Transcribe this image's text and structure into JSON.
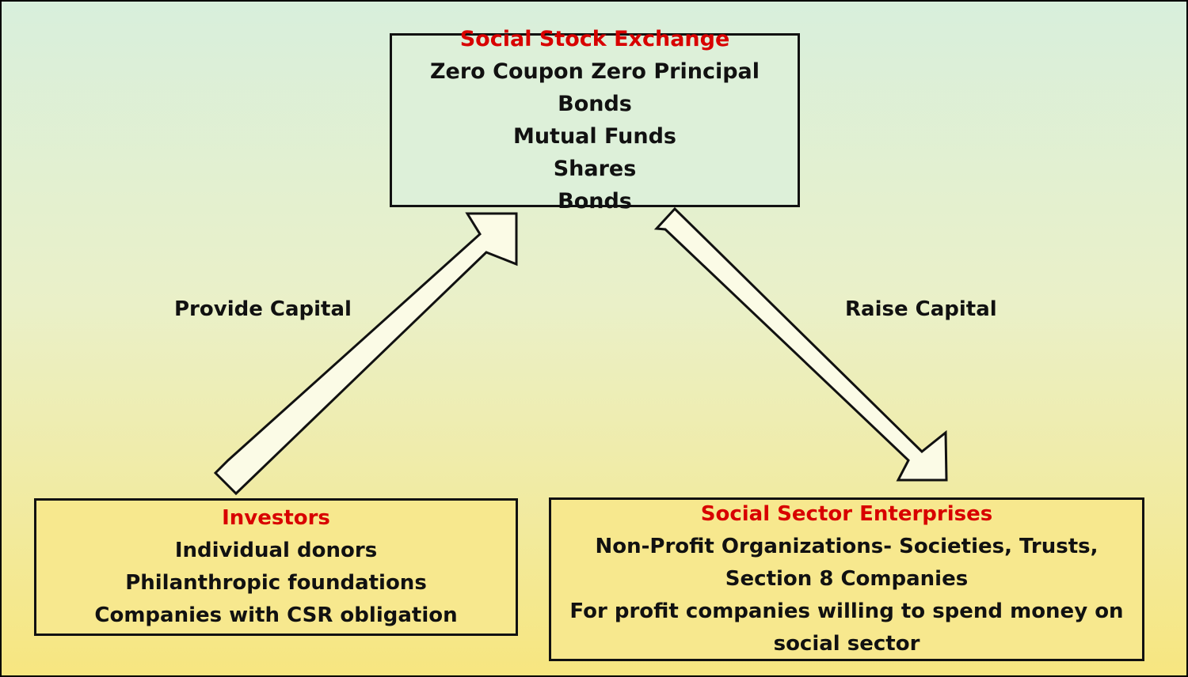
{
  "exchange": {
    "title": "Social Stock Exchange",
    "items": [
      "Zero Coupon Zero Principal Bonds",
      "Mutual Funds",
      "Shares",
      "Bonds"
    ]
  },
  "investors": {
    "title": "Investors",
    "items": [
      "Individual donors",
      "Philanthropic foundations",
      "Companies with CSR obligation"
    ]
  },
  "enterprises": {
    "title": "Social Sector Enterprises",
    "items": [
      "Non-Profit Organizations- Societies, Trusts,",
      "Section 8 Companies",
      "For profit companies willing to spend money on",
      "social sector"
    ]
  },
  "flows": {
    "provide": "Provide Capital",
    "raise": "Raise Capital"
  },
  "colors": {
    "title_red": "#d80000",
    "border": "#111111",
    "top_box_fill": "#ddf0d9",
    "bottom_box_fill": "#f7e88e"
  }
}
